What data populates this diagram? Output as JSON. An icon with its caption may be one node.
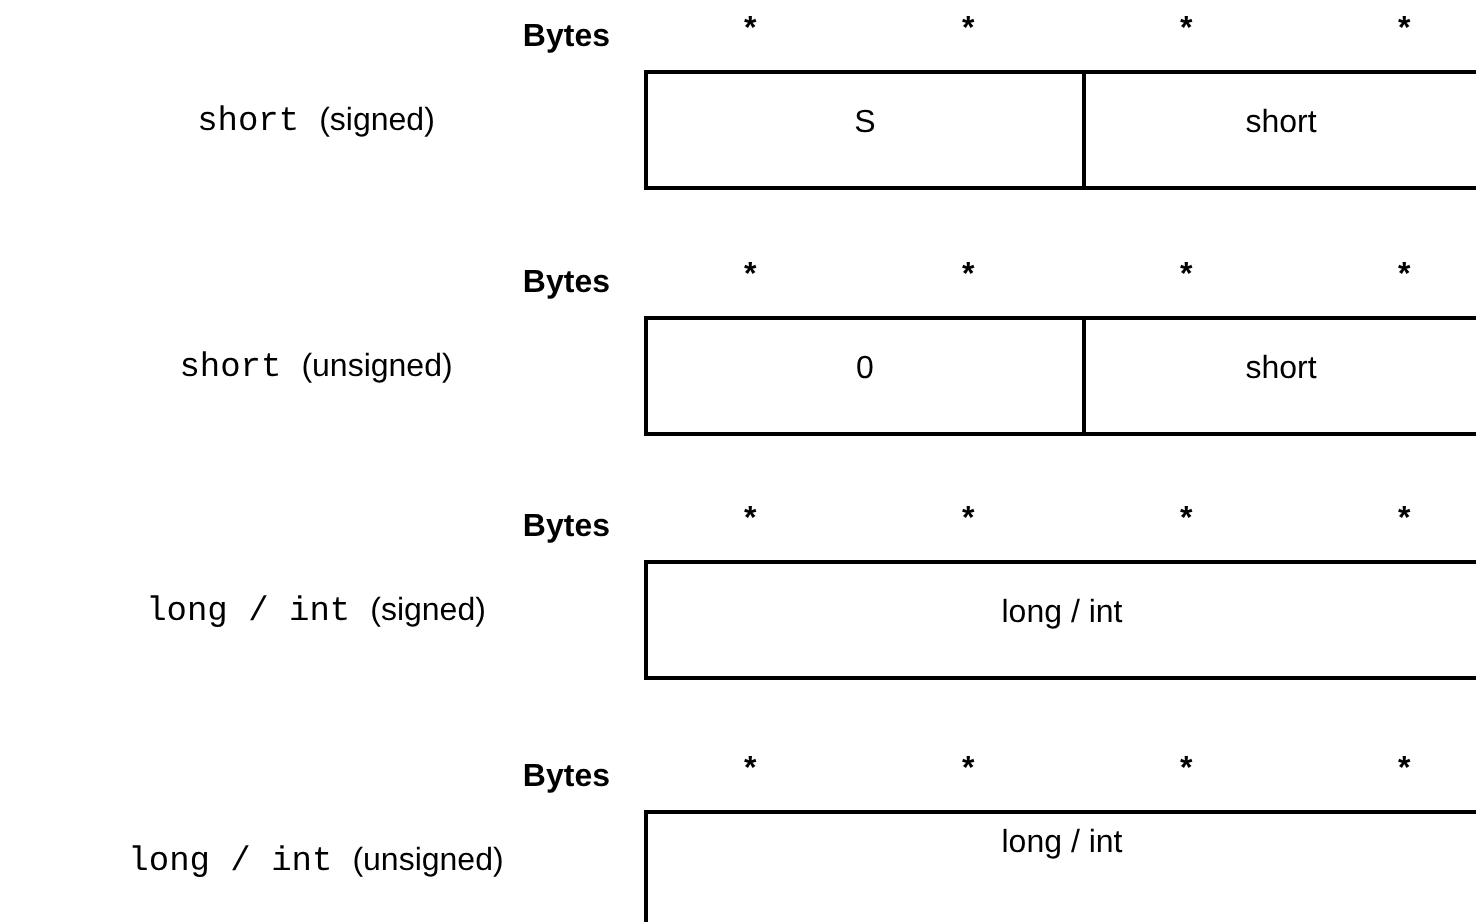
{
  "diagram": {
    "nodes": [
      {
        "text": [
          "S"
        ]
      },
      {
        "text": [
          "short"
        ]
      },
      {
        "text": [
          "0"
        ]
      },
      {
        "text": [
          "short"
        ]
      },
      {
        "text": [
          "long / int"
        ]
      },
      {
        "text": [
          "long / int"
        ]
      }
    ],
    "labels": [
      "Bytes",
      "*",
      "*",
      "*",
      "*",
      "short",
      "(signed)",
      "Bytes",
      "*",
      "*",
      "*",
      "*",
      "short",
      "(unsigned)",
      "Bytes",
      "*",
      "*",
      "*",
      "*",
      "long / int",
      "(signed)",
      "Bytes",
      "*",
      "*",
      "*",
      "*",
      "long / int",
      "(unsigned)"
    ]
  }
}
